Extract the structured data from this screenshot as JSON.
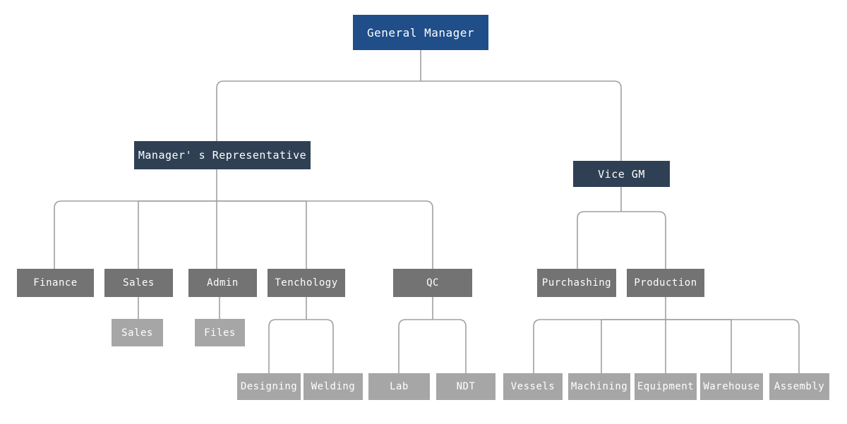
{
  "diagram": {
    "title": "Organizational Structure Chart",
    "type": "org-chart",
    "background": "#ffffff",
    "connector_color": "#a0a0a0",
    "colors": {
      "level0": "#1f4e89",
      "level1": "#2f4055",
      "level2": "#737373",
      "level3": "#a6a6a6",
      "text": "#ffffff"
    },
    "nodes": {
      "general_manager": {
        "label": "General Manager",
        "level": 0
      },
      "managers_representative": {
        "label": "Manager' s Representative",
        "level": 1
      },
      "vice_gm": {
        "label": "Vice GM",
        "level": 1
      },
      "finance": {
        "label": "Finance",
        "level": 2
      },
      "sales": {
        "label": "Sales",
        "level": 2
      },
      "admin": {
        "label": "Admin",
        "level": 2
      },
      "tenchology": {
        "label": "Tenchology",
        "level": 2
      },
      "qc": {
        "label": "QC",
        "level": 2
      },
      "purchashing": {
        "label": "Purchashing",
        "level": 2
      },
      "production": {
        "label": "Production",
        "level": 2
      },
      "sales_sub": {
        "label": "Sales",
        "level": 3
      },
      "files": {
        "label": "Files",
        "level": 3
      },
      "designing": {
        "label": "Designing",
        "level": 3
      },
      "welding": {
        "label": "Welding",
        "level": 3
      },
      "lab": {
        "label": "Lab",
        "level": 3
      },
      "ndt": {
        "label": "NDT",
        "level": 3
      },
      "vessels": {
        "label": "Vessels",
        "level": 3
      },
      "machining": {
        "label": "Machining",
        "level": 3
      },
      "equipment": {
        "label": "Equipment",
        "level": 3
      },
      "warehouse": {
        "label": "Warehouse",
        "level": 3
      },
      "assembly": {
        "label": "Assembly",
        "level": 3
      }
    },
    "edges": [
      {
        "from": "general_manager",
        "to": "managers_representative"
      },
      {
        "from": "general_manager",
        "to": "vice_gm"
      },
      {
        "from": "managers_representative",
        "to": "finance"
      },
      {
        "from": "managers_representative",
        "to": "sales"
      },
      {
        "from": "managers_representative",
        "to": "admin"
      },
      {
        "from": "managers_representative",
        "to": "tenchology"
      },
      {
        "from": "managers_representative",
        "to": "qc"
      },
      {
        "from": "vice_gm",
        "to": "purchashing"
      },
      {
        "from": "vice_gm",
        "to": "production"
      },
      {
        "from": "sales",
        "to": "sales_sub"
      },
      {
        "from": "admin",
        "to": "files"
      },
      {
        "from": "tenchology",
        "to": "designing"
      },
      {
        "from": "tenchology",
        "to": "welding"
      },
      {
        "from": "qc",
        "to": "lab"
      },
      {
        "from": "qc",
        "to": "ndt"
      },
      {
        "from": "production",
        "to": "vessels"
      },
      {
        "from": "production",
        "to": "machining"
      },
      {
        "from": "production",
        "to": "equipment"
      },
      {
        "from": "production",
        "to": "warehouse"
      },
      {
        "from": "production",
        "to": "assembly"
      }
    ]
  }
}
